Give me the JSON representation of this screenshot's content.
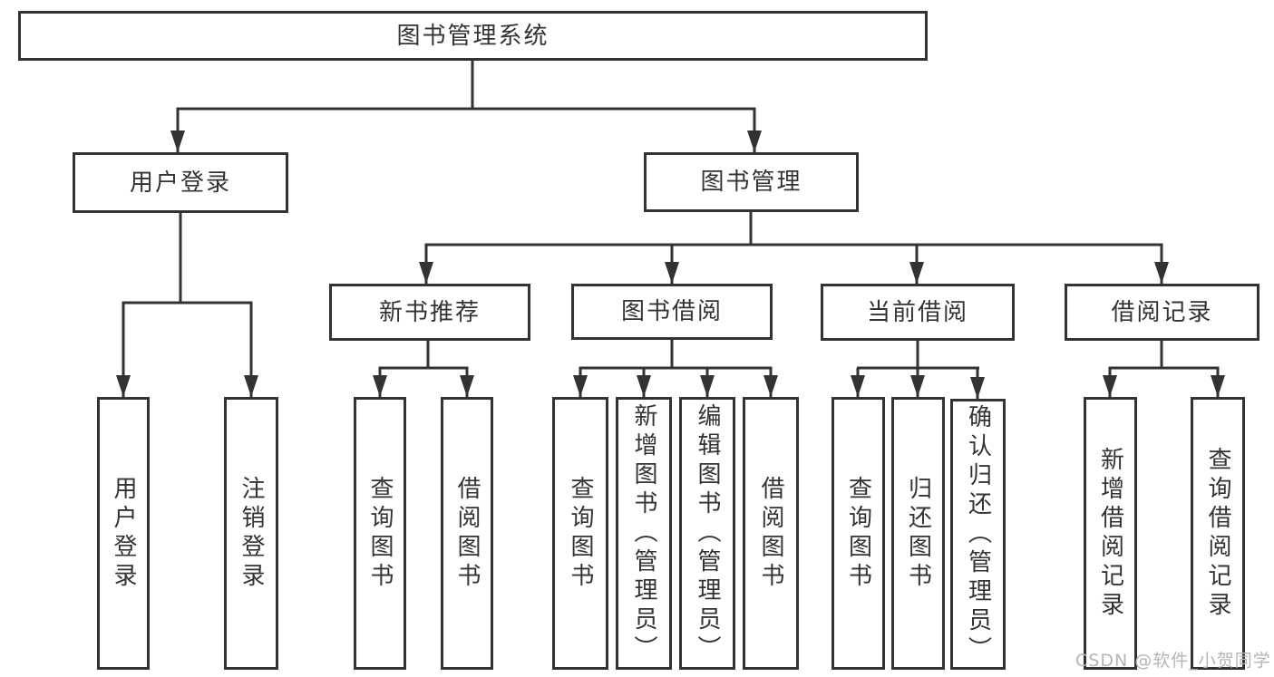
{
  "diagram": {
    "type": "tree",
    "tree": {
      "label": "图书管理系统",
      "children": [
        {
          "label": "用户登录",
          "children": [
            {
              "label": "用户登录"
            },
            {
              "label": "注销登录"
            }
          ]
        },
        {
          "label": "图书管理",
          "children": [
            {
              "label": "新书推荐",
              "children": [
                {
                  "label": "查询图书"
                },
                {
                  "label": "借阅图书"
                }
              ]
            },
            {
              "label": "图书借阅",
              "children": [
                {
                  "label": "查询图书"
                },
                {
                  "label": "新增图书（管理员）"
                },
                {
                  "label": "编辑图书（管理员）"
                },
                {
                  "label": "借阅图书"
                }
              ]
            },
            {
              "label": "当前借阅",
              "children": [
                {
                  "label": "查询图书"
                },
                {
                  "label": "归还图书"
                },
                {
                  "label": "确认归还（管理员）"
                }
              ]
            },
            {
              "label": "借阅记录",
              "children": [
                {
                  "label": "新增借阅记录"
                },
                {
                  "label": "查询借阅记录"
                }
              ]
            }
          ]
        }
      ]
    },
    "colors": {
      "line": "#333333",
      "box_border": "#333333",
      "box_background": "#ffffff",
      "text": "#333333",
      "background": "#ffffff"
    }
  },
  "watermark": {
    "text": "CSDN @软件_小贺同学",
    "color": "#b5b5b5"
  }
}
